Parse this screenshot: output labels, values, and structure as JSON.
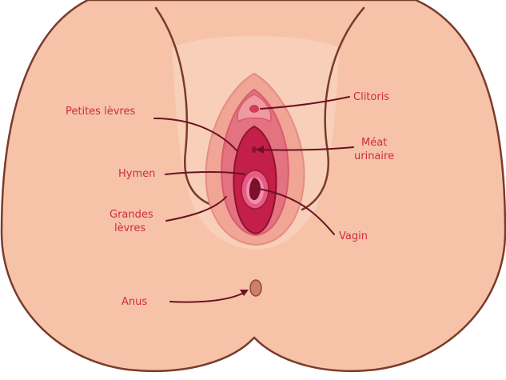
{
  "diagram": {
    "labels": {
      "petites_levres": "Petites lèvres",
      "hymen": "Hymen",
      "grandes_levres_line1": "Grandes",
      "grandes_levres_line2": "lèvres",
      "anus": "Anus",
      "clitoris": "Clitoris",
      "meat_line1": "Méat",
      "meat_line2": "urinaire",
      "vagin": "Vagin"
    },
    "colors": {
      "skin": "#f6c3a9",
      "skin_inner": "#f3b39a",
      "labia_majora": "#e98f86",
      "labia_minora": "#e06172",
      "vestibule": "#c41f48",
      "hymen": "#e75b86",
      "label_text": "#cf2c3d",
      "leader_lines": "#6b1224",
      "outline": "#7a3b2c"
    }
  }
}
